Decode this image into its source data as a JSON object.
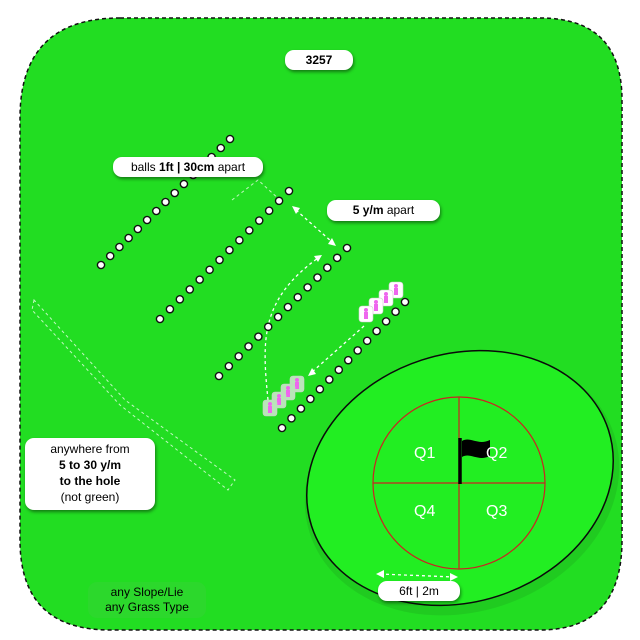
{
  "drill_id": "3257",
  "ball_spacing": {
    "prefix": "balls",
    "value": "1ft | 30cm",
    "suffix": "apart"
  },
  "row_spacing": {
    "value": "5 y/m",
    "suffix": "apart"
  },
  "start_distance": {
    "line1": "anywhere from",
    "line2": "5 to 30 y/m",
    "line3": "to the hole",
    "line4": "(not green)"
  },
  "conditions": {
    "line1": "any Slope/Lie",
    "line2": "any Grass Type"
  },
  "target_size": "6ft | 2m",
  "quadrants": [
    "Q1",
    "Q2",
    "Q3",
    "Q4"
  ],
  "colors": {
    "fairway": "#22dd22",
    "green": "#22ee22",
    "target_ring": "#cc2222",
    "player_marker": "#ee66ee",
    "flag": "#000000"
  },
  "rows": [
    {
      "balls": 15
    },
    {
      "balls": 14
    },
    {
      "balls": 14
    },
    {
      "balls": 14
    }
  ],
  "players_per_group": 4,
  "icons": {
    "flag": "flag-icon",
    "player": "golfer-icon",
    "ball": "golf-ball-icon"
  }
}
